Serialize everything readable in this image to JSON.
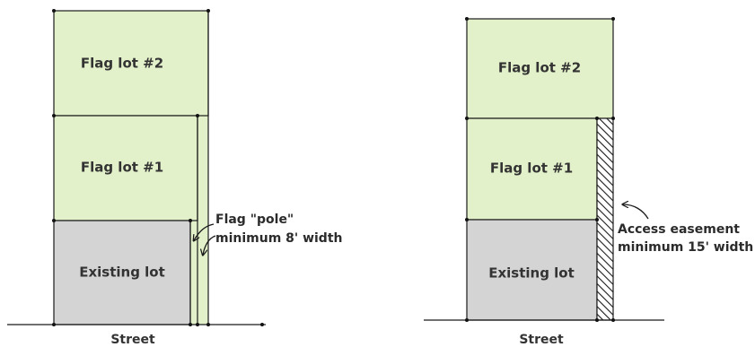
{
  "left_diagram": {
    "flag_lot_2_label": "Flag lot #2",
    "flag_lot_1_label": "Flag lot #1",
    "existing_lot_label": "Existing lot",
    "pole_note_line1": "Flag \"pole\"",
    "pole_note_line2": "minimum 8' width",
    "street_label": "Street"
  },
  "right_diagram": {
    "flag_lot_2_label": "Flag lot #2",
    "flag_lot_1_label": "Flag lot #1",
    "existing_lot_label": "Existing lot",
    "easement_note_line1": "Access easement",
    "easement_note_line2": "minimum 15' width",
    "street_label": "Street"
  },
  "colors": {
    "flag_lot_fill": "#e2f1c9",
    "existing_lot_fill": "#d4d4d4",
    "line": "#1a1a1a",
    "hatch": "#1a1a1a"
  }
}
